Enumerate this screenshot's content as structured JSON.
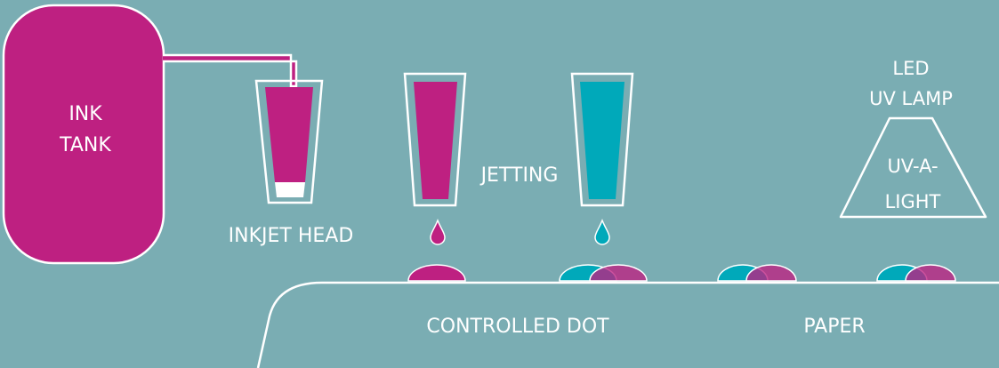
{
  "diagram": {
    "ink_tank": {
      "line1": "INK",
      "line2": "TANK"
    },
    "inkjet_head_label": "INKJET HEAD",
    "jetting_label": "JETTING",
    "uv_lamp": {
      "title_line1": "LED",
      "title_line2": "UV LAMP",
      "light_line1": "UV-A-",
      "light_line2": "LIGHT"
    },
    "controlled_dot_label": "CONTROLLED DOT",
    "paper_label": "PAPER"
  },
  "colors": {
    "background": "#7aadb3",
    "magenta_ink": "#be2081",
    "cyan_ink": "#00a9ba",
    "outline": "#ffffff"
  }
}
